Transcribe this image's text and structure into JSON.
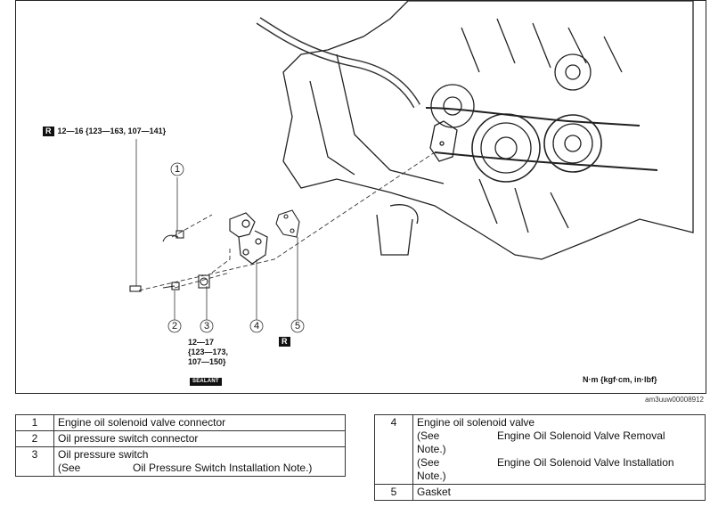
{
  "diagram": {
    "torque_bolt": {
      "badge": "R",
      "value": "12—16 {123—163, 107—141}"
    },
    "torque_switch": {
      "lines": [
        "12—17",
        "{123—173,",
        "107—150}"
      ]
    },
    "sealant_label": "SEALANT",
    "gasket_badge": "R",
    "units": "N·m {kgf·cm, in·lbf}",
    "callouts": [
      "1",
      "2",
      "3",
      "4",
      "5"
    ],
    "figure_id": "am3uuw00008912"
  },
  "parts_left": [
    {
      "num": "1",
      "name": "Engine oil solenoid valve connector"
    },
    {
      "num": "2",
      "name": "Oil pressure switch connector"
    },
    {
      "num": "3",
      "name": "Oil pressure switch",
      "see_prefix": "(See",
      "see_text": "Oil Pressure Switch Installation Note.)"
    }
  ],
  "parts_right": [
    {
      "num": "4",
      "name": "Engine oil solenoid valve",
      "see1_prefix": "(See",
      "see1_text": "Engine Oil Solenoid Valve Removal",
      "see1_end": "Note.)",
      "see2_prefix": "(See",
      "see2_text": "Engine Oil Solenoid Valve Installation",
      "see2_end": "Note.)"
    },
    {
      "num": "5",
      "name": "Gasket"
    }
  ]
}
